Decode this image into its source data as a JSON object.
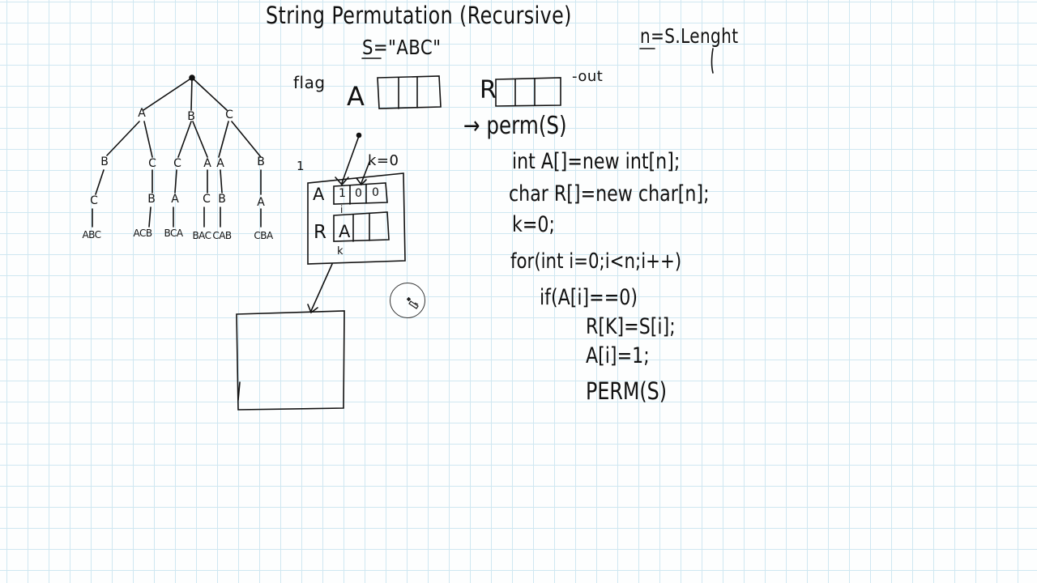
{
  "title": "String Permutation (Recursive)",
  "string_def": "S=\"ABC\"",
  "n_def": "n=S.Lenght",
  "arrays": {
    "flag_label": "flag",
    "A_label": "A",
    "R_label": "R",
    "out_label": "-out"
  },
  "frame": {
    "index_label": "1",
    "k_label": "k=0",
    "A_label": "A",
    "R_label": "R",
    "A_cells": [
      "1",
      "0",
      "0"
    ],
    "R_first": "A",
    "i_mark": "i",
    "k_mark": "k"
  },
  "tree": {
    "level1": [
      "A",
      "B",
      "C"
    ],
    "level2": [
      "B",
      "C",
      "C",
      "A",
      "A",
      "B"
    ],
    "level3": [
      "C",
      "B",
      "A",
      "C",
      "B",
      "A"
    ],
    "leaves": [
      "ABC",
      "ACB",
      "BCA",
      "BAC",
      "CAB",
      "CBA"
    ]
  },
  "code": [
    "→ perm(S)",
    "int A[]=new int[n];",
    "char R[]=new char[n];",
    "k=0;",
    "for(int i=0;i<n;i++)",
    "if(A[i]==0)",
    "R[K]=S[i];",
    "A[i]=1;",
    "PERM(S)"
  ],
  "colors": {
    "ink": "#111111",
    "grid": "#cfe7f1",
    "background": "#fdfefe"
  },
  "cursor_icon": "pen-cursor-icon"
}
